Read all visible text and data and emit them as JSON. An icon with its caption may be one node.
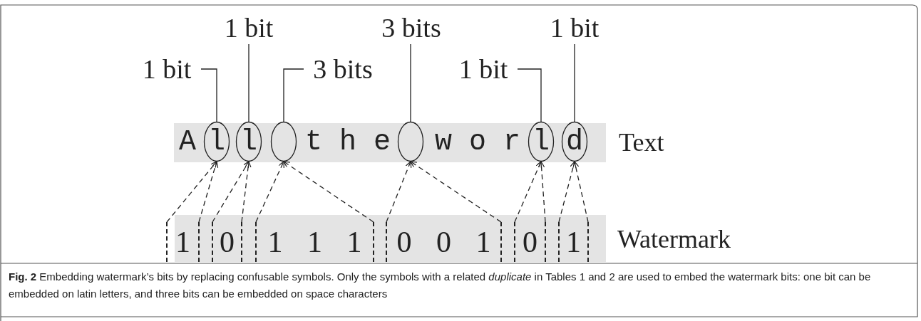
{
  "diagram": {
    "caption": "**Fig. 2** Embedding watermark’s bits by replacing confusable symbols. Only the symbols with a related *duplicate* in Tables 1 and 2 are used to embed the watermark bits: one bit can be embedded on latin letters, and three bits can be embedded on space characters",
    "nodes": [
      {
        "text": [
          "1 bit"
        ]
      },
      {
        "text": [
          "3 bits"
        ]
      },
      {
        "text": [
          "1 bit"
        ]
      },
      {
        "text": [
          "1 bit"
        ]
      },
      {
        "text": [
          "3 bits"
        ]
      },
      {
        "text": [
          "1 bit"
        ]
      },
      {
        "text": [
          "l"
        ]
      },
      {
        "text": [
          "l"
        ]
      },
      {
        "text": [],
        "shape": "circle"
      },
      {
        "text": [],
        "shape": "circle"
      },
      {
        "text": [
          "l"
        ]
      },
      {
        "text": [
          "d"
        ]
      },
      {
        "text": [
          "1"
        ]
      },
      {
        "text": [
          "0"
        ]
      },
      {
        "text": [
          "1 1 1"
        ]
      },
      {
        "text": [
          "0 0 1"
        ]
      },
      {
        "text": [
          "0"
        ]
      },
      {
        "text": [
          "1"
        ]
      }
    ],
    "edges": [
      {
        "from": 3,
        "to": 6,
        "arrow": "none"
      },
      {
        "from": 0,
        "to": 7,
        "arrow": "none"
      },
      {
        "from": 4,
        "to": 8,
        "arrow": "none"
      },
      {
        "from": 1,
        "to": 9,
        "arrow": "none"
      },
      {
        "from": 5,
        "to": 10,
        "arrow": "none"
      },
      {
        "from": 2,
        "to": 11,
        "arrow": "none"
      },
      {
        "from": 12,
        "to": 6,
        "arrow": "to",
        "style": "dashed"
      },
      {
        "from": 12,
        "to": 6,
        "arrow": "to",
        "style": "dashed"
      },
      {
        "from": 13,
        "to": 7,
        "arrow": "to",
        "style": "dashed"
      },
      {
        "from": 13,
        "to": 7,
        "arrow": "to",
        "style": "dashed"
      },
      {
        "from": 14,
        "to": 8,
        "arrow": "to",
        "style": "dashed"
      },
      {
        "from": 14,
        "to": 8,
        "arrow": "to",
        "style": "dashed"
      },
      {
        "from": 15,
        "to": 9,
        "arrow": "to",
        "style": "dashed"
      },
      {
        "from": 15,
        "to": 9,
        "arrow": "to",
        "style": "dashed"
      },
      {
        "from": 16,
        "to": 10,
        "arrow": "to",
        "style": "dashed"
      },
      {
        "from": 16,
        "to": 10,
        "arrow": "to",
        "style": "dashed"
      },
      {
        "from": 17,
        "to": 11,
        "arrow": "to",
        "style": "dashed"
      },
      {
        "from": 17,
        "to": 11,
        "arrow": "to",
        "style": "dashed"
      }
    ],
    "labels": [
      "A",
      "t h e",
      "w o r",
      "Text",
      "Watermark"
    ]
  }
}
